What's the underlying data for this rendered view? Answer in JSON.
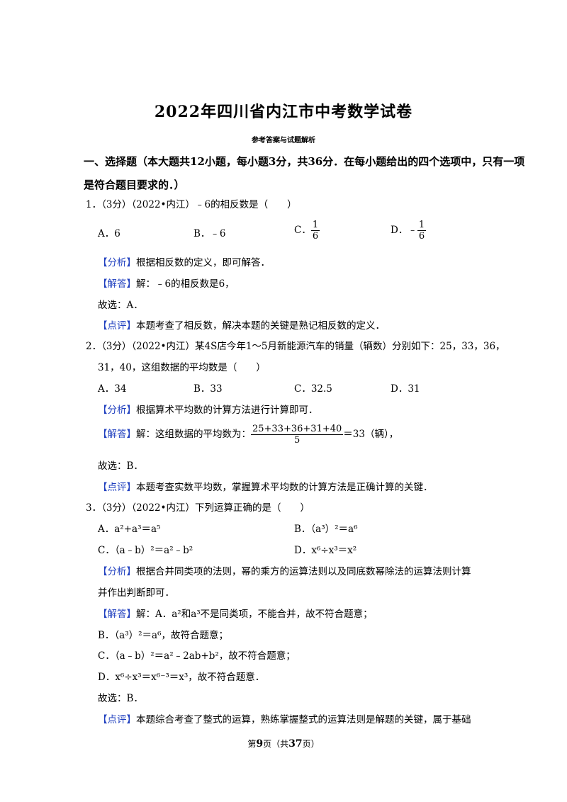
{
  "title": "2022年四川省内江市中考数学试卷",
  "subtitle": "参考答案与试题解析",
  "section": {
    "line1": "一、选择题（本大题共12小题，每小题3分，共36分．在每小题给出的四个选项中，只有一项",
    "line2": "是符合题目要求的．）"
  },
  "tags": {
    "analysis": "【分析】",
    "answer": "【解答】",
    "comment": "【点评】"
  },
  "q1": {
    "stem": "1．（3分）（2022•内江）﹣6的相反数是（　　）",
    "opt_a": "A．6",
    "opt_b": "B．﹣6",
    "opt_c_label": "C．",
    "opt_d_label": "D．﹣",
    "frac_num": "1",
    "frac_den": "6",
    "analysis": "根据相反数的定义，即可解答．",
    "answer": "解：﹣6的相反数是6，",
    "choice": "故选：A．",
    "comment": "本题考查了相反数，解决本题的关键是熟记相反数的定义．"
  },
  "q2": {
    "stem1": "2．（3分）（2022•内江）某4S店今年1～5月新能源汽车的销量（辆数）分别如下：25，33，36，",
    "stem2": "31，40，这组数据的平均数是（　　）",
    "opt_a": "A．34",
    "opt_b": "B．33",
    "opt_c": "C．32.5",
    "opt_d": "D．31",
    "analysis": "根据算术平均数的计算方法进行计算即可．",
    "answer_prefix": "解：这组数据的平均数为：",
    "frac_num": "25+33+36+31+40",
    "frac_den": "5",
    "answer_suffix": "＝33（辆），",
    "choice": "故选：B．",
    "comment": "本题考查实数平均数，掌握算术平均数的计算方法是正确计算的关键．"
  },
  "q3": {
    "stem": "3．（3分）（2022•内江）下列运算正确的是（　　）",
    "opt_a": "A．a²+a³＝a⁵",
    "opt_b": "B．（a³）²＝a⁶",
    "opt_c": "C．（a﹣b）²＝a²﹣b²",
    "opt_d": "D．x⁶÷x³＝x²",
    "analysis1": "根据合并同类项的法则，幂的乘方的运算法则以及同底数幂除法的运算法则计算",
    "analysis2": "并作出判断即可．",
    "answer_a": "解：A．a²和a³不是同类项，不能合并，故不符合题意；",
    "answer_b": "B．（a³）²＝a⁶，故符合题意；",
    "answer_c": "C．（a﹣b）²＝a²﹣2ab+b²，故不符合题意；",
    "answer_d": "D．x⁶÷x³＝x⁶⁻³＝x³，故不符合题意．",
    "choice": "故选：B．",
    "comment": "本题综合考查了整式的运算，熟练掌握整式的运算法则是解题的关键，属于基础"
  },
  "footer": {
    "prefix": "第",
    "page": "9",
    "mid": "页（共",
    "total": "37",
    "suffix": "页）"
  }
}
